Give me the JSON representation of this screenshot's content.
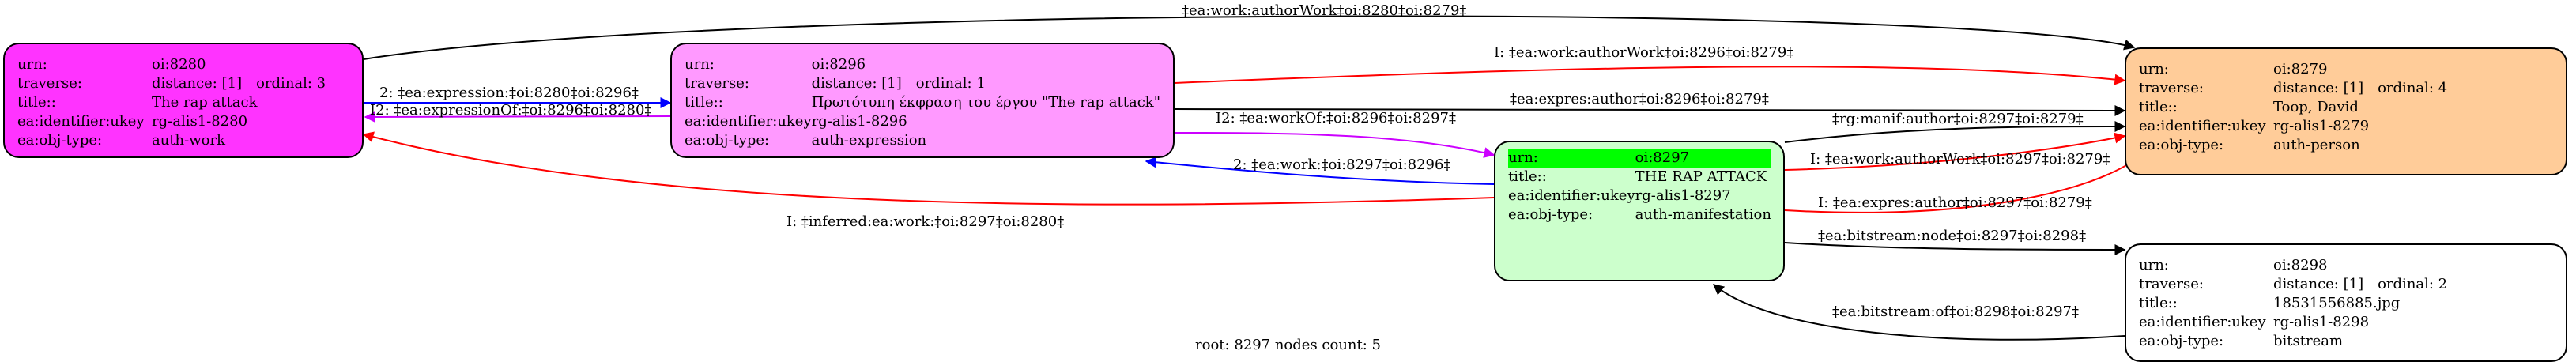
{
  "nodes": {
    "n8280": {
      "urn_label": "urn:",
      "urn": "oi:8280",
      "traverse_label": "traverse:",
      "traverse": "distance: [1]",
      "ordinal": "ordinal: 3",
      "title_label": "title::",
      "title": "The rap attack",
      "ukey_label": "ea:identifier:ukey",
      "ukey": "rg-alis1-8280",
      "objtype_label": "ea:obj-type:",
      "objtype": "auth-work",
      "color": "#ff33ff"
    },
    "n8296": {
      "urn_label": "urn:",
      "urn": "oi:8296",
      "traverse_label": "traverse:",
      "traverse": "distance: [1]",
      "ordinal": "ordinal: 1",
      "title_label": "title::",
      "title": "Πρωτότυπη έκφραση του έργου \"The rap attack\"",
      "ukey_label": "ea:identifier:ukey",
      "ukey": "rg-alis1-8296",
      "objtype_label": "ea:obj-type:",
      "objtype": "auth-expression",
      "color": "#ff99ff"
    },
    "n8297": {
      "urn_label": "urn:",
      "urn": "oi:8297",
      "title_label": "title::",
      "title": "THE RAP ATTACK",
      "ukey_label": "ea:identifier:ukey",
      "ukey": "rg-alis1-8297",
      "objtype_label": "ea:obj-type:",
      "objtype": "auth-manifestation",
      "color": "#ccffcc",
      "highlight": "#00ff00"
    },
    "n8279": {
      "urn_label": "urn:",
      "urn": "oi:8279",
      "traverse_label": "traverse:",
      "traverse": "distance: [1]",
      "ordinal": "ordinal: 4",
      "title_label": "title::",
      "title": "Toop, David",
      "ukey_label": "ea:identifier:ukey",
      "ukey": "rg-alis1-8279",
      "objtype_label": "ea:obj-type:",
      "objtype": "auth-person",
      "color": "#ffcc99"
    },
    "n8298": {
      "urn_label": "urn:",
      "urn": "oi:8298",
      "traverse_label": "traverse:",
      "traverse": "distance: [1]",
      "ordinal": "ordinal: 2",
      "title_label": "title::",
      "title": "18531556885.jpg",
      "ukey_label": "ea:identifier:ukey",
      "ukey": "rg-alis1-8298",
      "objtype_label": "ea:obj-type:",
      "objtype": "bitstream",
      "color": "#ffffff"
    }
  },
  "edges": {
    "e1": {
      "label": "‡ea:work:authorWork‡oi:8280‡oi:8279‡",
      "color": "#000000"
    },
    "e2": {
      "label": "2: ‡ea:expression:‡oi:8280‡oi:8296‡",
      "color": "#0000ff"
    },
    "e3": {
      "label": "I2: ‡ea:expressionOf:‡oi:8296‡oi:8280‡",
      "color": "#cc00ff"
    },
    "e4": {
      "label": "I: ‡ea:work:authorWork‡oi:8296‡oi:8279‡",
      "color": "#ff0000"
    },
    "e5": {
      "label": "‡ea:expres:author‡oi:8296‡oi:8279‡",
      "color": "#000000"
    },
    "e6": {
      "label": "I2: ‡ea:workOf:‡oi:8296‡oi:8297‡",
      "color": "#cc00ff"
    },
    "e7": {
      "label": "‡rg:manif:author‡oi:8297‡oi:8279‡",
      "color": "#000000"
    },
    "e8": {
      "label": "2: ‡ea:work:‡oi:8297‡oi:8296‡",
      "color": "#0000ff"
    },
    "e9": {
      "label": "I: ‡ea:work:authorWork‡oi:8297‡oi:8279‡",
      "color": "#ff0000"
    },
    "e10": {
      "label": "I: ‡inferred:ea:work:‡oi:8297‡oi:8280‡",
      "color": "#ff0000"
    },
    "e11": {
      "label": "I: ‡ea:expres:author‡oi:8297‡oi:8279‡",
      "color": "#ff0000"
    },
    "e12": {
      "label": "‡ea:bitstream:node‡oi:8297‡oi:8298‡",
      "color": "#000000"
    },
    "e13": {
      "label": "‡ea:bitstream:of‡oi:8298‡oi:8297‡",
      "color": "#000000"
    }
  },
  "caption": "root: 8297 nodes count: 5"
}
